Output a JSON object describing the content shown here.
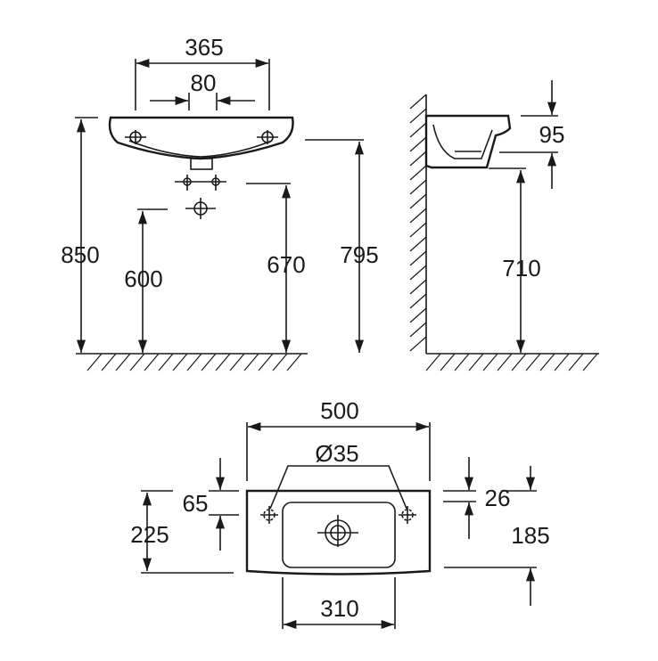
{
  "front_view": {
    "width_365": "365",
    "tap_spacing_80": "80",
    "rim_height_850": "850",
    "waste_height_600": "600",
    "supply_height_670": "670",
    "underside_height_795": "795"
  },
  "side_view": {
    "basin_depth_95": "95",
    "underside_height_710": "710"
  },
  "plan_view": {
    "overall_width_500": "500",
    "tap_hole_diameter": "Ø35",
    "tap_hole_offset_65": "65",
    "overall_depth_225": "225",
    "rim_offset_26": "26",
    "basin_depth_185": "185",
    "bowl_width_310": "310"
  }
}
